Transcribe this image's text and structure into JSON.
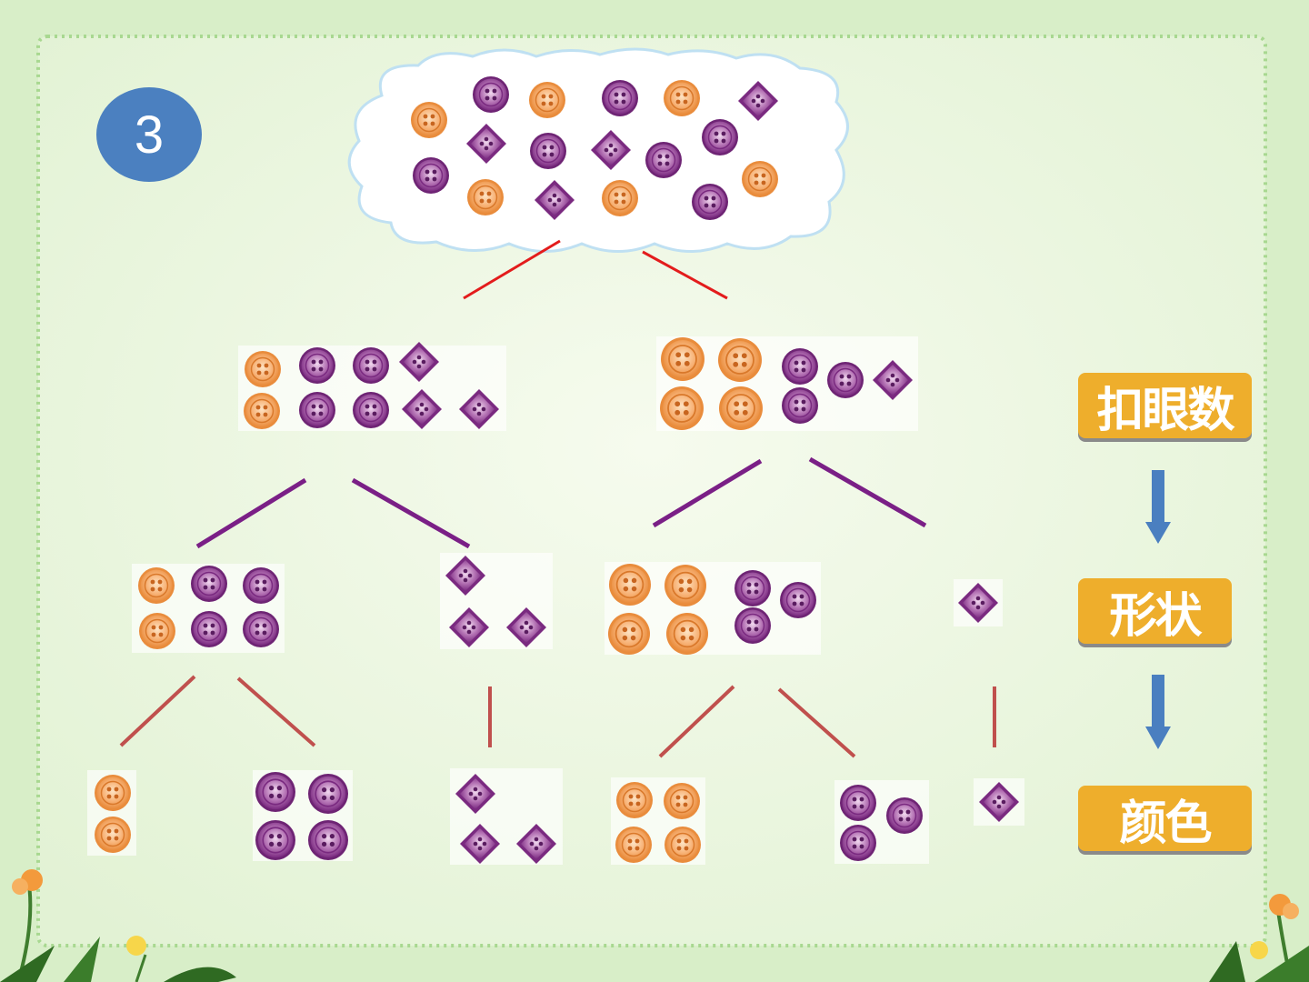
{
  "slide": {
    "number": "3",
    "labels": [
      "扣眼数",
      "形状",
      "颜色"
    ]
  },
  "colors": {
    "orange": "#f7a35a",
    "purple": "#8b3a8f",
    "label_bg": "#eeae2c",
    "arrow": "#4a7fc0",
    "badge": "#4b80c0"
  },
  "icons": [
    "orange-round-button-icon",
    "purple-round-button-icon",
    "purple-diamond-button-icon"
  ]
}
